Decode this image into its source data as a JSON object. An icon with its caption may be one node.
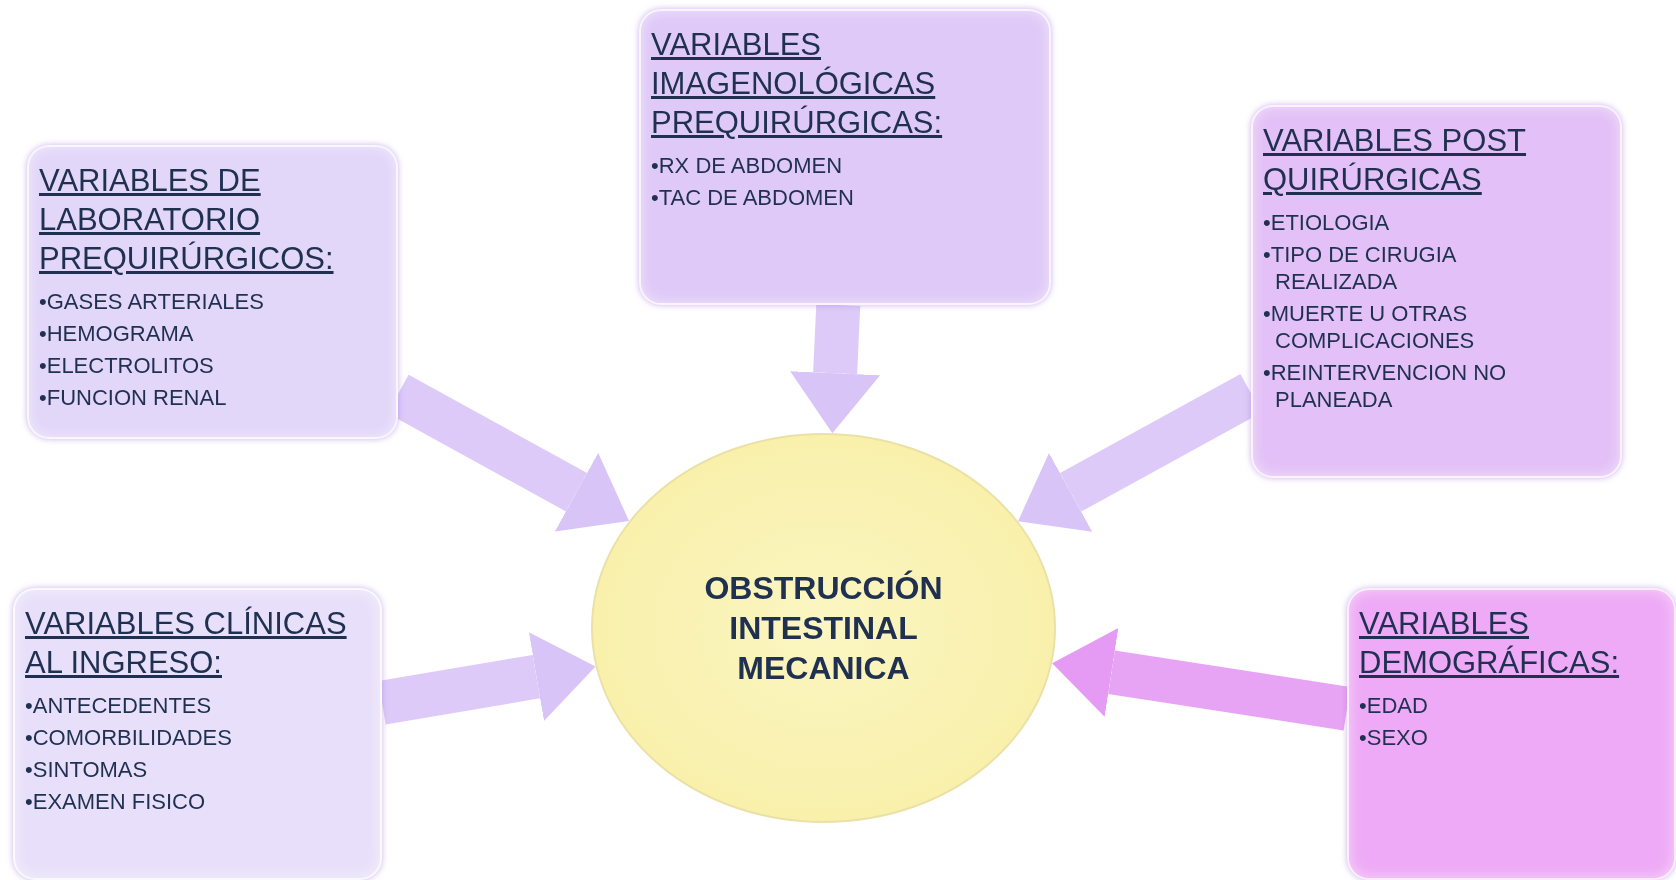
{
  "diagram": {
    "nodes": [
      {
        "text": [
          "VARIABLES IMAGENOLÓGICAS PREQUIRÚRGICAS:",
          "•RX DE ABDOMEN",
          "•TAC DE ABDOMEN"
        ]
      },
      {
        "text": [
          "VARIABLES POST QUIRÚRGICAS",
          "•ETIOLOGIA",
          "•TIPO DE CIRUGIA REALIZADA",
          "•MUERTE U OTRAS COMPLICACIONES",
          "•REINTERVENCION NO PLANEADA"
        ]
      },
      {
        "text": [
          "VARIABLES DE LABORATORIO PREQUIRÚRGICOS:",
          "•GASES ARTERIALES",
          "•HEMOGRAMA",
          "•ELECTROLITOS",
          "•FUNCION RENAL"
        ]
      },
      {
        "text": [
          "OBSTRUCCIÓN INTESTINAL MECANICA"
        ]
      },
      {
        "text": [
          "VARIABLES CLÍNICAS AL INGRESO:",
          "•ANTECEDENTES",
          "•COMORBILIDADES",
          "•SINTOMAS",
          "•EXAMEN FISICO"
        ]
      },
      {
        "text": [
          "VARIABLES DEMOGRÁFICAS:",
          "•EDAD",
          "•SEXO"
        ]
      }
    ],
    "edges": [
      {
        "from": 2,
        "to": 3,
        "arrow": "to"
      },
      {
        "from": 0,
        "to": 3,
        "arrow": "to"
      },
      {
        "from": 1,
        "to": 3,
        "arrow": "to"
      },
      {
        "from": 4,
        "to": 3,
        "arrow": "to"
      },
      {
        "from": 5,
        "to": 3,
        "arrow": "to",
        "color": "#e59af3"
      }
    ]
  }
}
